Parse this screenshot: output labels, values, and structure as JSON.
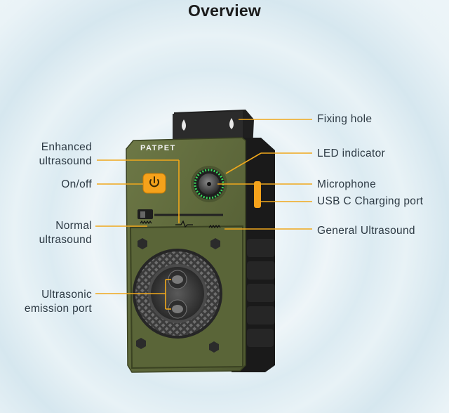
{
  "title": "Overview",
  "brand": "PATPET",
  "labels": {
    "fixing_hole": "Fixing hole",
    "led_indicator": "LED indicator",
    "microphone": "Microphone",
    "usb_c_charging_port": "USB C Charging port",
    "general_ultrasound": "General Ultrasound",
    "enhanced_ultrasound_line1": "Enhanced",
    "enhanced_ultrasound_line2": "ultrasound",
    "on_off": "On/off",
    "normal_ultrasound_line1": "Normal",
    "normal_ultrasound_line2": "ultrasound",
    "ultrasonic_emission_line1": "Ultrasonic",
    "ultrasonic_emission_line2": "emission port"
  },
  "colors": {
    "callout_line": "#f0a81c",
    "device_body": "#5e6a3c",
    "device_dark": "#1c1c1c",
    "accent_orange": "#f5a21b",
    "led_green": "#3ad85a"
  },
  "icons": {
    "power": "power-icon",
    "pulse": "pulse-wave-icon",
    "zigzag": "zigzag-wave-icon"
  }
}
